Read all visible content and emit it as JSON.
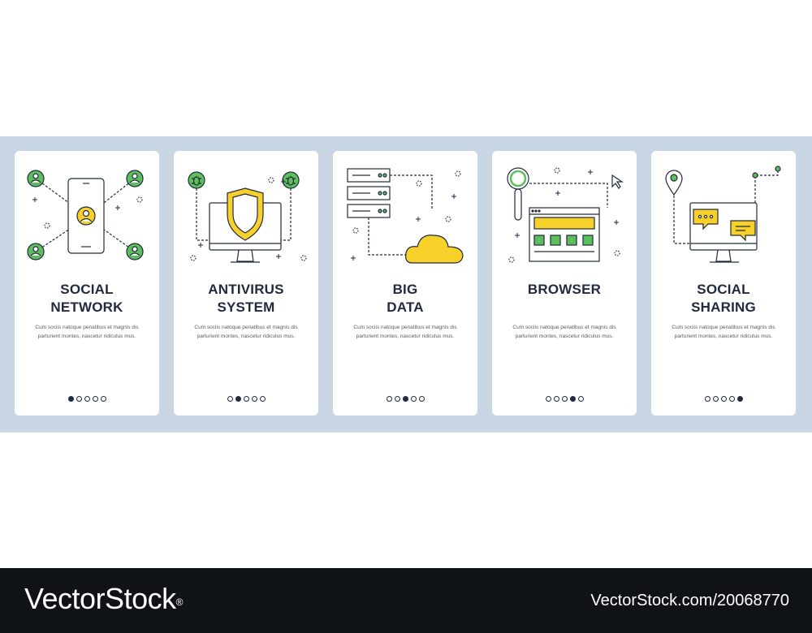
{
  "cards": [
    {
      "title_line1": "SOCIAL",
      "title_line2": "NETWORK",
      "description": "Cum sociis natoque penatibus et magnis dis parturient montes, nascetur ridiculus mus.",
      "active_index": 0,
      "icon": "social-network-icon"
    },
    {
      "title_line1": "ANTIVIRUS",
      "title_line2": "SYSTEM",
      "description": "Cum sociis natoque penatibus et magnis dis parturient montes, nascetur ridiculus mus.",
      "active_index": 1,
      "icon": "antivirus-shield-icon"
    },
    {
      "title_line1": "BIG",
      "title_line2": "DATA",
      "description": "Cum sociis natoque penatibus et magnis dis parturient montes, nascetur ridiculus mus.",
      "active_index": 2,
      "icon": "big-data-cloud-icon"
    },
    {
      "title_line1": "",
      "title_line2": "BROWSER",
      "description": "Cum sociis natoque penatibus et magnis dis parturient montes, nascetur ridiculus mus.",
      "active_index": 3,
      "icon": "browser-window-icon"
    },
    {
      "title_line1": "SOCIAL",
      "title_line2": "SHARING",
      "description": "Cum sociis natoque penatibus et magnis dis parturient montes, nascetur ridiculus mus.",
      "active_index": 4,
      "icon": "social-sharing-monitor-icon"
    }
  ],
  "pager_count": 5,
  "colors": {
    "accent_green": "#5cbf5c",
    "accent_yellow": "#f7d12a",
    "ink": "#222a3f",
    "band": "#c9d6e3",
    "footer": "#0f1318"
  },
  "footer": {
    "logo": "VectorStock",
    "logo_mark": "®",
    "credit": "VectorStock.com/20068770"
  }
}
